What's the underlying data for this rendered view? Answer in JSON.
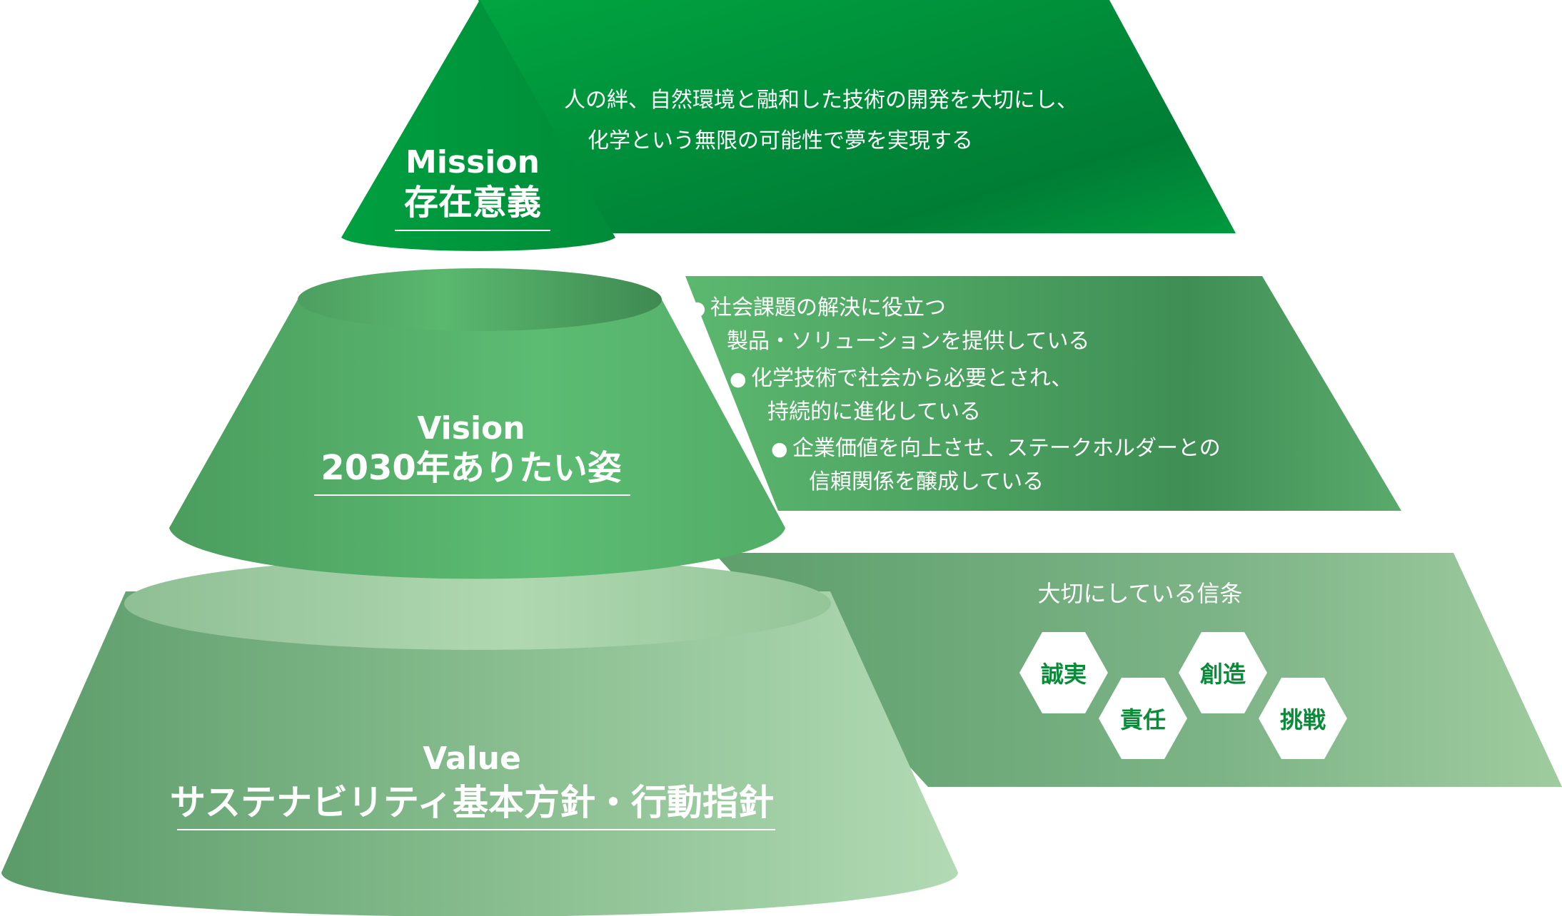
{
  "mission": {
    "label_en": "Mission",
    "label_jp": "存在意義",
    "text_lines": [
      "人の絆、自然環境と融和した技術の開発を大切にし、",
      "化学という無限の可能性で夢を実現する"
    ]
  },
  "vision": {
    "label_en": "Vision",
    "label_jp": "2030年ありたい姿",
    "bullet_symbol": "●",
    "bullets": [
      {
        "line1": "社会課題の解決に役立つ",
        "line2": "製品・ソリューションを提供している"
      },
      {
        "line1": "化学技術で社会から必要とされ、",
        "line2": "持続的に進化している"
      },
      {
        "line1": "企業価値を向上させ、ステークホルダーとの",
        "line2": "信頼関係を醸成している"
      }
    ]
  },
  "value": {
    "label_en": "Value",
    "label_jp": "サステナビリティ基本方針・行動指針",
    "beliefs_title": "大切にしている信条",
    "beliefs": [
      "誠実",
      "責任",
      "創造",
      "挑戦"
    ]
  },
  "colors": {
    "mission_dark": "#007a33",
    "mission_light": "#00a040",
    "vision_mid": "#4aa860",
    "vision_light": "#5bbb70",
    "value_dark": "#6aa877",
    "value_light": "#b4dcb6",
    "text_on_green": "#ffffff",
    "hex_text": "#0b8a3a"
  }
}
